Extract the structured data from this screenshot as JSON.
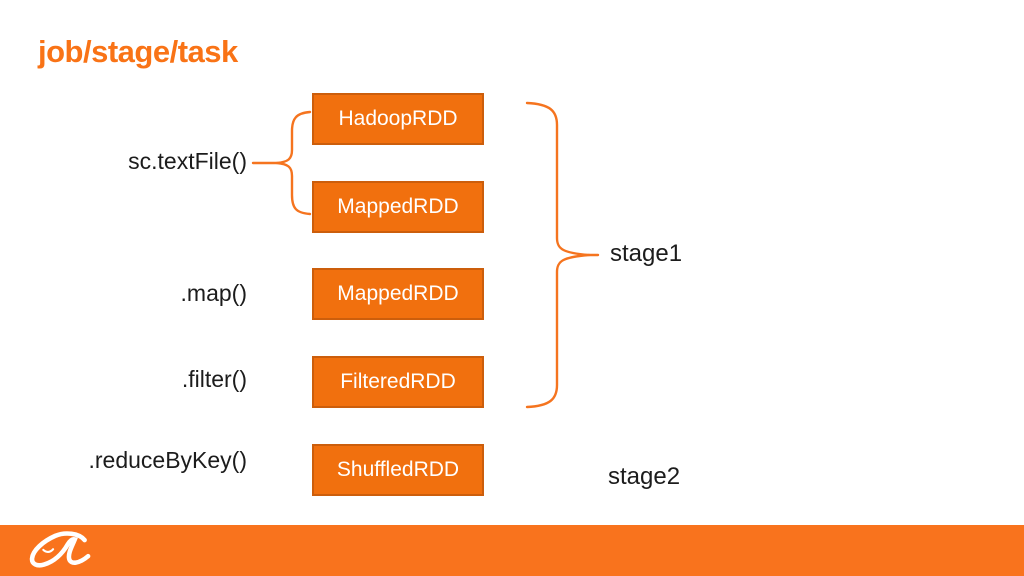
{
  "slide": {
    "title": "job/stage/task",
    "colors": {
      "accent_orange": "#F97316",
      "box_fill": "#F1700E",
      "box_border": "#CC5E0C",
      "box_text": "#FFFFFF",
      "brace_orange": "#F5741F",
      "footer_bar": "#F9731D",
      "label_text": "#1C1C1C"
    },
    "pipeline": {
      "boxes": [
        {
          "label": "HadoopRDD"
        },
        {
          "label": "MappedRDD"
        },
        {
          "label": "MappedRDD"
        },
        {
          "label": "FilteredRDD"
        },
        {
          "label": "ShuffledRDD"
        }
      ],
      "operations": [
        {
          "label": "sc.textFile()"
        },
        {
          "label": ".map()"
        },
        {
          "label": ".filter()"
        },
        {
          "label": ".reduceByKey()"
        }
      ],
      "stages": [
        {
          "label": "stage1"
        },
        {
          "label": "stage2"
        }
      ]
    },
    "brand": {
      "logo": "alibaba-logo"
    }
  }
}
